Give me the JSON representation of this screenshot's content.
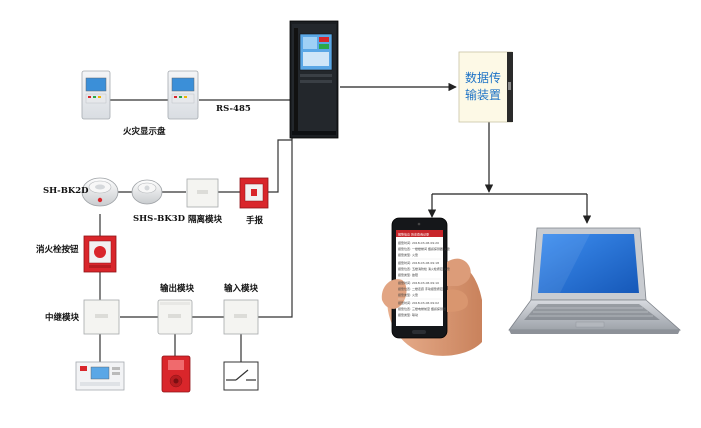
{
  "labels": {
    "fire_display": "火灾显示盘",
    "rs485": "RS-485",
    "sh_bk2d": "SH-BK2D",
    "shs_bk3d": "SHS-BK3D",
    "isolation_module": "隔离模块",
    "manual_alarm": "手报",
    "hydrant_button": "消火栓按钮",
    "relay_module": "中继模块",
    "output_module": "输出模块",
    "input_module": "输入模块"
  },
  "dtu": {
    "line1": "数据传",
    "line2": "输装置"
  },
  "phone_screen": {
    "header": "报警信息  历史查询记录",
    "rows": [
      "报警时间: 2018-03-06 09:20",
      "报警位置: 一楼楼梯间     烟感探测器 火警",
      "报警类型: 火警",
      "报警时间: 2018-03-06 09:18",
      "报警位置: 五楼消防栓 消火栓按钮 火警",
      "报警类型: 故障",
      "报警时间: 2018-03-06 09:10",
      "报警位置: 二楼走廊 手动报警按钮",
      "报警类型: 火警",
      "报警时间: 2018-03-06 09:02",
      "报警位置: 三楼电梯前室 烟感探测器",
      "报警类型: 联动"
    ]
  },
  "colors": {
    "dtu_text": "#1e73c6",
    "alarm_red": "#d9262b",
    "cabinet_dark": "#1b1e22",
    "laptop_screen": "#1f74d6"
  }
}
